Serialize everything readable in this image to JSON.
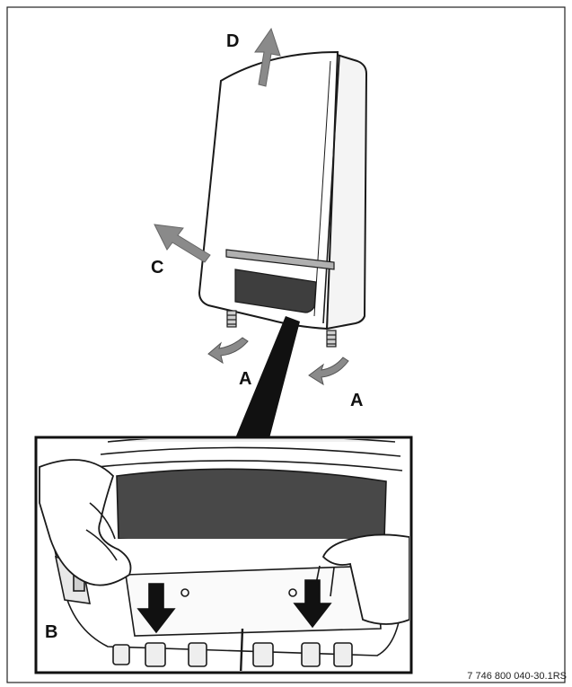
{
  "labels": {
    "a_left": "A",
    "a_right": "A",
    "b": "B",
    "c": "C",
    "d": "D"
  },
  "reference_code": "7 746 800 040-30.1RS",
  "colors": {
    "outline": "#1a1a1a",
    "arrow_gray": "#8a8a8a",
    "panel_dark": "#4a4a4a",
    "panel_gray": "#9a9a9a"
  }
}
